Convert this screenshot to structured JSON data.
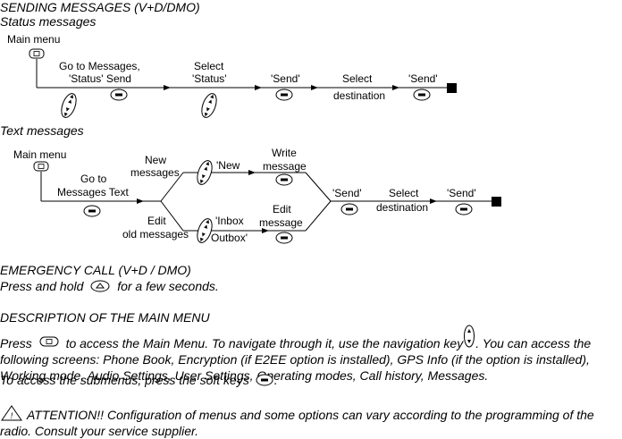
{
  "sending": {
    "title": "SENDING MESSAGES (V+D/DMO)",
    "status_subtitle": "Status messages",
    "status_flow": {
      "main_menu": "Main menu",
      "step1": "Go to Messages,",
      "step1b": "'Status' Send",
      "step2": "Select",
      "step2b": "'Status'",
      "step3": "'Send'",
      "step4": "Select",
      "step4b": "destination",
      "step5": "'Send'"
    },
    "text_subtitle": "Text messages",
    "text_flow": {
      "main_menu": "Main menu",
      "goto": "Go to",
      "goto_b": "Messages Text",
      "new": "New",
      "new_b": "messages",
      "edit": "Edit",
      "edit_b": "old messages",
      "new_q": "'New",
      "inbox": "'Inbox",
      "outbox": "Outbox'",
      "write": "Write",
      "write_b": "message",
      "editmsg": "Edit",
      "editmsg_b": "message",
      "send1": "'Send'",
      "select": "Select",
      "select_b": "destination",
      "send2": "'Send'"
    }
  },
  "emergency": {
    "title": "EMERGENCY CALL (V+D / DMO)",
    "text_before": "Press and hold",
    "text_after": "for a few seconds."
  },
  "description": {
    "title": "DESCRIPTION OF THE MAIN MENU",
    "p1_a": "Press",
    "p1_b": "to access the Main Menu. To navigate through it, use the navigation key",
    "p1_c": ". You can access the following screens: Phone Book, Encryption (if E2EE option is installed), GPS Info (if the option is installed), Working mode, Audio Settings, User Settings, Operating modes, Call history, Messages.",
    "p2_a": "To access the submenus, press the soft keys",
    "p2_b": "."
  },
  "attention": {
    "text": "ATTENTION!! Configuration of menus and some options can vary according to the programming of the radio. Consult your service supplier."
  }
}
